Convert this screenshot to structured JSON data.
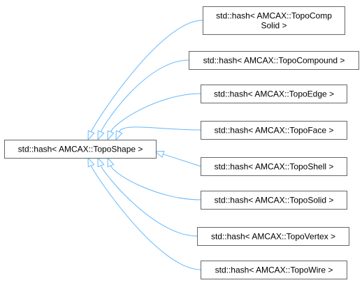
{
  "base": {
    "lines": [
      "std::hash< AMCAX::TopoShape >"
    ]
  },
  "derived": [
    {
      "lines": [
        "std::hash< AMCAX::TopoComp",
        "Solid >"
      ]
    },
    {
      "lines": [
        "std::hash< AMCAX::TopoCompound >"
      ]
    },
    {
      "lines": [
        "std::hash< AMCAX::TopoEdge >"
      ]
    },
    {
      "lines": [
        "std::hash< AMCAX::TopoFace >"
      ]
    },
    {
      "lines": [
        "std::hash< AMCAX::TopoShell >"
      ]
    },
    {
      "lines": [
        "std::hash< AMCAX::TopoSolid >"
      ]
    },
    {
      "lines": [
        "std::hash< AMCAX::TopoVertex >"
      ]
    },
    {
      "lines": [
        "std::hash< AMCAX::TopoWire >"
      ]
    }
  ],
  "colors": {
    "edge": "#63b8ff",
    "box_border": "#666666",
    "text": "#000000"
  }
}
